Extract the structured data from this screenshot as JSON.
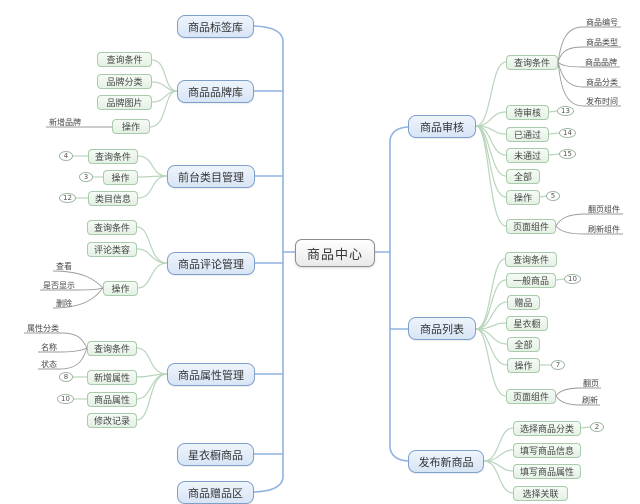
{
  "root": {
    "label": "商品中心"
  },
  "left": [
    {
      "label": "商品标签库"
    },
    {
      "label": "商品品牌库",
      "children": [
        {
          "label": "查询条件"
        },
        {
          "label": "品牌分类"
        },
        {
          "label": "品牌图片"
        },
        {
          "label": "操作",
          "callouts": [
            "新增品牌"
          ]
        }
      ]
    },
    {
      "label": "前台类目管理",
      "children": [
        {
          "label": "查询条件",
          "badge": "4"
        },
        {
          "label": "操作",
          "badge": "3"
        },
        {
          "label": "类目信息",
          "badge": "12"
        }
      ]
    },
    {
      "label": "商品评论管理",
      "children": [
        {
          "label": "查询条件"
        },
        {
          "label": "评论类容"
        },
        {
          "label": "操作",
          "callouts": [
            "查看",
            "是否显示",
            "删除"
          ]
        }
      ]
    },
    {
      "label": "商品属性管理",
      "children": [
        {
          "label": "查询条件",
          "callouts": [
            "属性分类",
            "名称",
            "状态"
          ]
        },
        {
          "label": "新增属性",
          "badge": "8"
        },
        {
          "label": "商品属性",
          "badge": "10"
        },
        {
          "label": "修改记录"
        }
      ]
    },
    {
      "label": "星衣橱商品"
    },
    {
      "label": "商品赠品区"
    }
  ],
  "right": [
    {
      "label": "商品审核",
      "children": [
        {
          "label": "查询条件",
          "callouts": [
            "商品编号",
            "商品类型",
            "商品品牌",
            "商品分类",
            "发布时间"
          ]
        },
        {
          "label": "待审核",
          "badge": "13"
        },
        {
          "label": "已通过",
          "badge": "14"
        },
        {
          "label": "未通过",
          "badge": "15"
        },
        {
          "label": "全部"
        },
        {
          "label": "操作",
          "badge": "5"
        },
        {
          "label": "页面组件",
          "callouts": [
            "翻页组件",
            "刷新组件"
          ]
        }
      ]
    },
    {
      "label": "商品列表",
      "children": [
        {
          "label": "查询条件"
        },
        {
          "label": "一般商品",
          "badge": "10"
        },
        {
          "label": "赠品"
        },
        {
          "label": "星衣橱"
        },
        {
          "label": "全部"
        },
        {
          "label": "操作",
          "badge": "7"
        },
        {
          "label": "页面组件",
          "callouts": [
            "翻页",
            "刷新"
          ]
        }
      ]
    },
    {
      "label": "发布新商品",
      "children": [
        {
          "label": "选择商品分类",
          "badge": "2"
        },
        {
          "label": "填写商品信息"
        },
        {
          "label": "填写商品属性"
        },
        {
          "label": "选择关联"
        }
      ]
    }
  ],
  "colors": {
    "main_fill": "#dce8f7",
    "main_border": "#7d9fcc",
    "sub_fill": "#eaf4ea",
    "sub_border": "#a9cbab",
    "root_border": "#8e8e8e",
    "line_blue": "#8fb3e0",
    "line_green": "#b9d5bc",
    "line_gray": "#9a9a9a"
  }
}
